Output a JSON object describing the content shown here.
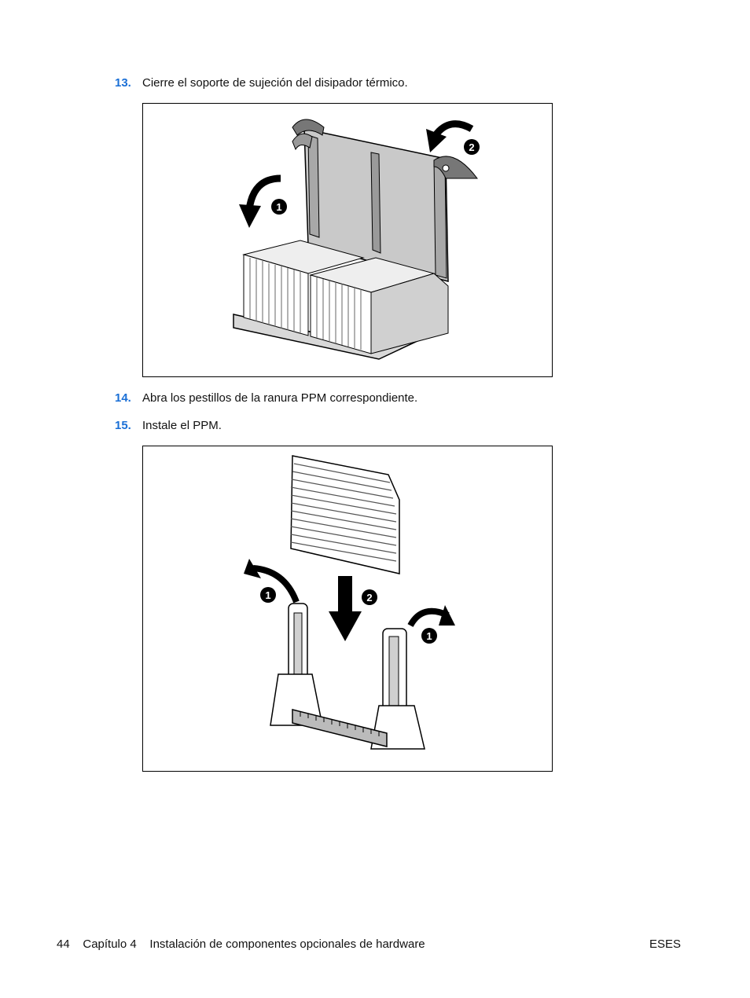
{
  "steps": [
    {
      "number": "13.",
      "text": "Cierre el soporte de sujeción del disipador térmico."
    },
    {
      "number": "14.",
      "text": "Abra los pestillos de la ranura PPM correspondiente."
    },
    {
      "number": "15.",
      "text": "Instale el PPM."
    }
  ],
  "figure1": {
    "callout_1": "1",
    "callout_2": "2"
  },
  "figure2": {
    "callout_1_left": "1",
    "callout_2": "2",
    "callout_1_right": "1"
  },
  "footer": {
    "page_number": "44",
    "chapter": "Capítulo 4",
    "chapter_title": "Instalación de componentes opcionales de hardware",
    "doc_code": "ESES"
  }
}
